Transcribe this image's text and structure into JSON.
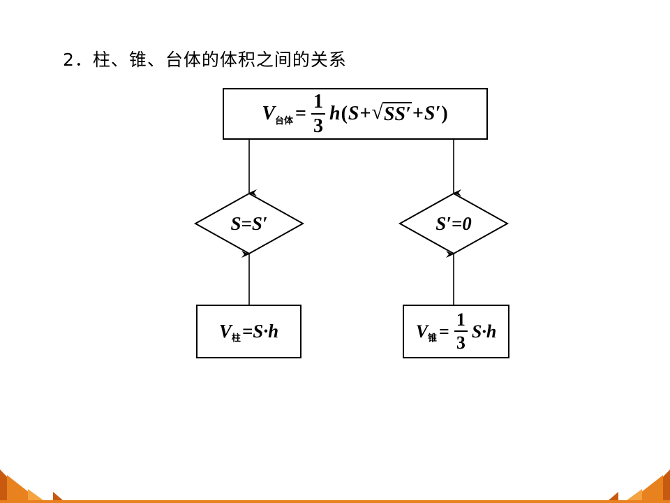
{
  "heading": "2．柱、锥、台体的体积之间的关系",
  "top_formula": {
    "V": "V",
    "sub": "台体",
    "eq": "=",
    "frac_num": "1",
    "frac_den": "3",
    "h": "h",
    "lparen": "(",
    "S1": "S",
    "plus1": "+",
    "sqrt_content": "SS′",
    "plus2": "+",
    "S2": "S′",
    "rparen": ")"
  },
  "left_condition": "S=S′",
  "right_condition": "S′=0",
  "cylinder_formula": {
    "V": "V",
    "sub": "柱",
    "rhs": "=S·h"
  },
  "cone_formula": {
    "V": "V",
    "sub": "锥",
    "eq": "=",
    "frac_num": "1",
    "frac_den": "3",
    "rhs": "S·h"
  },
  "colors": {
    "stroke": "#000000",
    "accent_orange": "#e8821e",
    "accent_dark": "#c85a10"
  }
}
